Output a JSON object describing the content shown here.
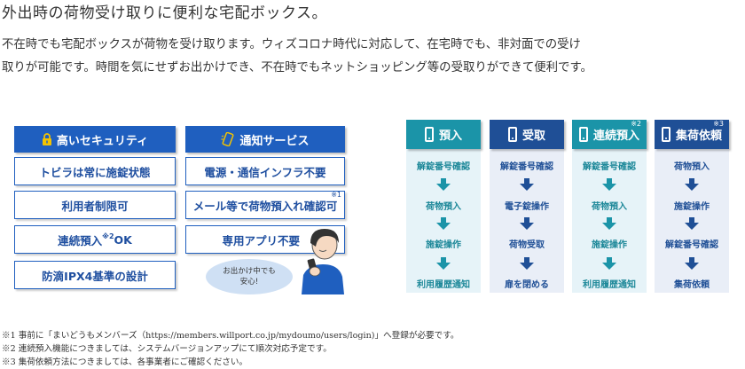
{
  "heading": "外出時の荷物受け取りに便利な宅配ボックス。",
  "description": [
    "不在時でも宅配ボックスが荷物を受け取ります。ウィズコロナ時代に対応して、在宅時でも、非対面での受け",
    "取りが可能です。時間を気にせずお出かけでき、不在時でもネットショッピング等の受取りができて便利です。"
  ],
  "security": {
    "title": "高いセキュリティ",
    "icon": "lock-icon",
    "items": [
      {
        "label": "トビラは常に施錠状態"
      },
      {
        "label": "利用者制限可"
      },
      {
        "label": "連続預入",
        "sup": "※2",
        "suffix": "OK"
      },
      {
        "label": "防滴IPX4基準の設計"
      }
    ]
  },
  "notification": {
    "title": "通知サービス",
    "icon": "smartphone-icon",
    "items": [
      {
        "label": "電源・通信インフラ不要"
      },
      {
        "label": "メール等で荷物預入れ確認可",
        "note": "※1"
      },
      {
        "label": "専用アプリ不要"
      }
    ],
    "bubble": [
      "お出かけ中でも",
      "安心!"
    ]
  },
  "flows": [
    {
      "title": "預入",
      "note": "",
      "steps": [
        "解錠番号確認",
        "荷物預入",
        "施錠操作",
        "利用履歴通知"
      ],
      "theme": "teal"
    },
    {
      "title": "受取",
      "note": "",
      "steps": [
        "解錠番号確認",
        "電子錠操作",
        "荷物受取",
        "扉を閉める"
      ],
      "theme": "dark"
    },
    {
      "title": "連続預入",
      "note": "※2",
      "steps": [
        "解錠番号確認",
        "荷物預入",
        "施錠操作",
        "利用履歴通知"
      ],
      "theme": "teal"
    },
    {
      "title": "集荷依頼",
      "note": "※3",
      "steps": [
        "荷物預入",
        "施錠操作",
        "解錠番号確認",
        "集荷依頼"
      ],
      "theme": "dark"
    }
  ],
  "colors": {
    "blue": "#1f5fbf",
    "teal": "#1b94a8",
    "navy": "#1f4f96"
  },
  "footnotes": [
    "※1 事前に「まいどうもメンバーズ（https://members.willport.co.jp/mydoumo/users/login)」へ登録が必要です。",
    "※2 連続預入機能につきましては、システムバージョンアップにて順次対応予定です。",
    "※3 集荷依頼方法につきましては、各事業者にご確認ください。"
  ]
}
